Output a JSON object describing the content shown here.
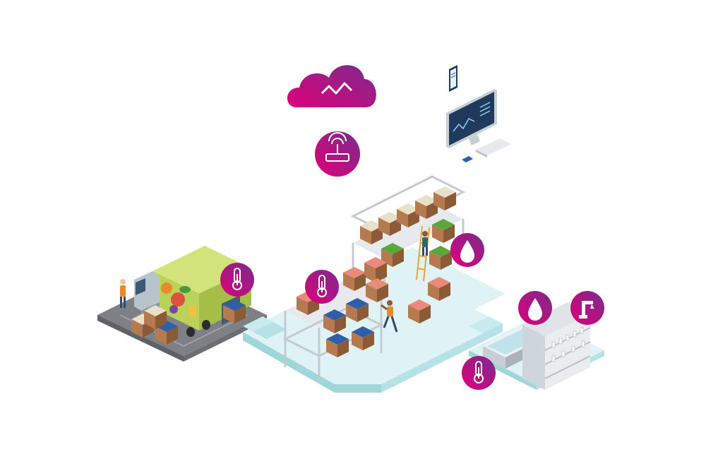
{
  "colors": {
    "magenta": "#e0007a",
    "purple": "#7a2c8c",
    "floor": "#dff3f4",
    "floor_edge": "#9fd6da",
    "asphalt": "#8a8d91",
    "crate": "#b57a4f",
    "crate_dark": "#8c5a36",
    "truck_box": "#b9d35a",
    "truck_cab": "#b8c4cc",
    "shelf": "#d9dee2"
  },
  "sensors": [
    {
      "name": "cloud-icon",
      "role": "cloud analytics"
    },
    {
      "name": "iot-gateway-icon",
      "role": "wireless gateway"
    },
    {
      "name": "thermometer-icon",
      "zone": "truck"
    },
    {
      "name": "thermometer-icon",
      "zone": "storage"
    },
    {
      "name": "water-drop-icon",
      "zone": "storage"
    },
    {
      "name": "thermometer-icon",
      "zone": "display"
    },
    {
      "name": "water-drop-icon",
      "zone": "retail"
    },
    {
      "name": "robot-arm-icon",
      "zone": "retail"
    }
  ],
  "devices": [
    "smartphone-icon",
    "desktop-monitor-icon",
    "keyboard-icon",
    "mouse-icon"
  ]
}
